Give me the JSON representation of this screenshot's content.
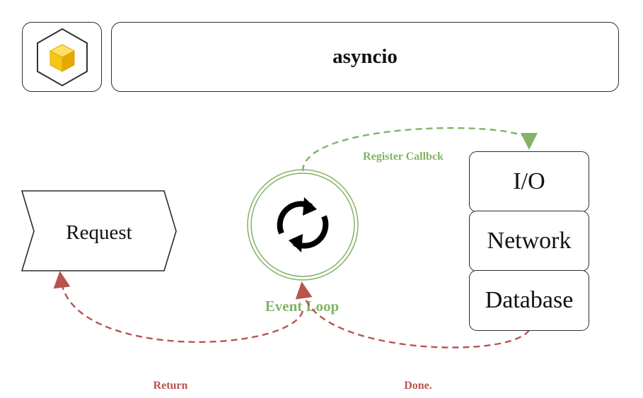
{
  "header": {
    "title": "asyncio",
    "logo_icon": "cube-icon"
  },
  "nodes": {
    "request": "Request",
    "event_loop": "Event  Loop",
    "event_loop_icon": "sync-arrows-icon",
    "stack": [
      "I/O",
      "Network",
      "Database"
    ]
  },
  "edges": {
    "register": "Register Callbck",
    "return": "Return",
    "done": "Done."
  },
  "colors": {
    "green": "#82b366",
    "red": "#b85450",
    "cube_yellow": "#f5c518",
    "outline": "#2b2b2b"
  }
}
